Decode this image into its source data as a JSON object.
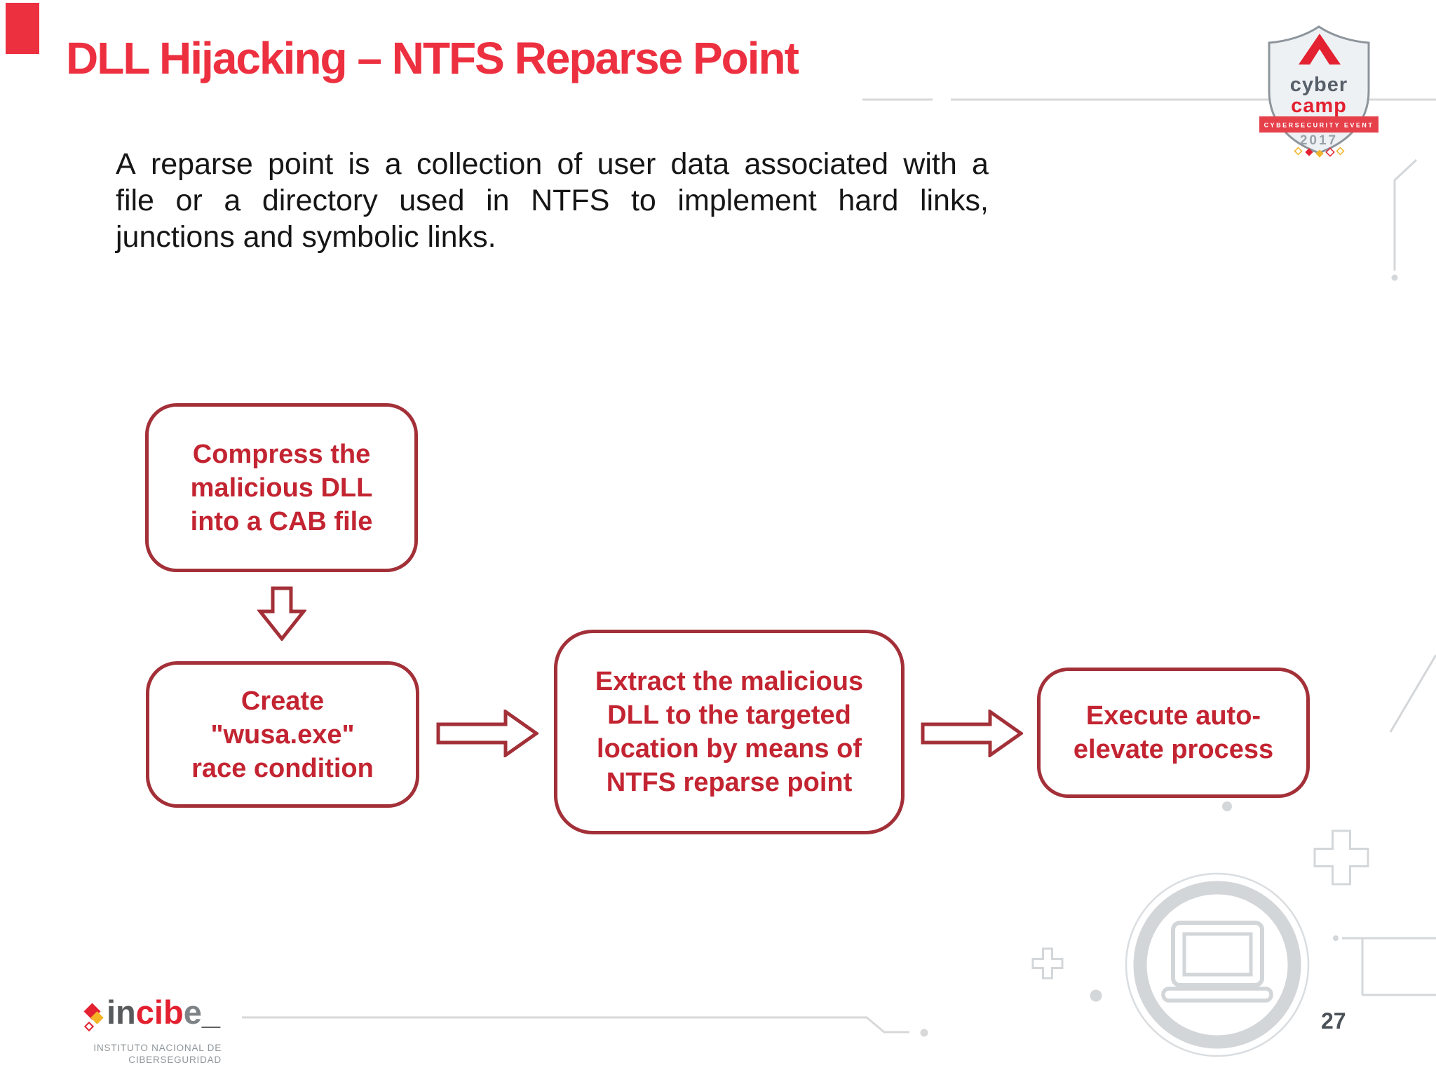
{
  "slide": {
    "title": "DLL Hijacking – NTFS Reparse Point",
    "body_lines": [
      "A reparse point is a collection of user data associated with a",
      "file or a directory used in NTFS to implement hard links,",
      "junctions and symbolic links."
    ],
    "page_number": "27"
  },
  "flowchart": {
    "steps": [
      {
        "name": "compress-cab",
        "lines": [
          "Compress the",
          "malicious DLL",
          "into a CAB file"
        ]
      },
      {
        "name": "race-condition",
        "lines": [
          "Create",
          "\"wusa.exe\"",
          "race condition"
        ]
      },
      {
        "name": "extract-dll",
        "lines": [
          "Extract the malicious",
          "DLL to the targeted",
          "location by means of",
          "NTFS reparse point"
        ]
      },
      {
        "name": "execute-process",
        "lines": [
          "Execute auto-",
          "elevate process"
        ]
      }
    ],
    "connectors": [
      "down-arrow",
      "right-arrow",
      "right-arrow"
    ]
  },
  "cybercamp_badge": {
    "line1": "cyber",
    "line2": "camp",
    "banner": "CYBERSECURITY EVENT",
    "year": "2017"
  },
  "incibe_logo": {
    "prefix": "in",
    "mid": "cib",
    "suffix": "e",
    "underscore": "_",
    "subtitle": [
      "INSTITUTO NACIONAL DE",
      "CIBERSEGURIDAD"
    ]
  },
  "icons": {
    "decorations": [
      "laptop-icon",
      "plus-icon",
      "circle-ring",
      "circuit-trace",
      "dot"
    ]
  },
  "colors": {
    "title_red": "#ED3040",
    "box_border": "#A33038",
    "box_text": "#C32431",
    "accent_red": "#E32130",
    "decor_gray": "#D4D7DA",
    "line_gray": "#D8D8D8"
  }
}
